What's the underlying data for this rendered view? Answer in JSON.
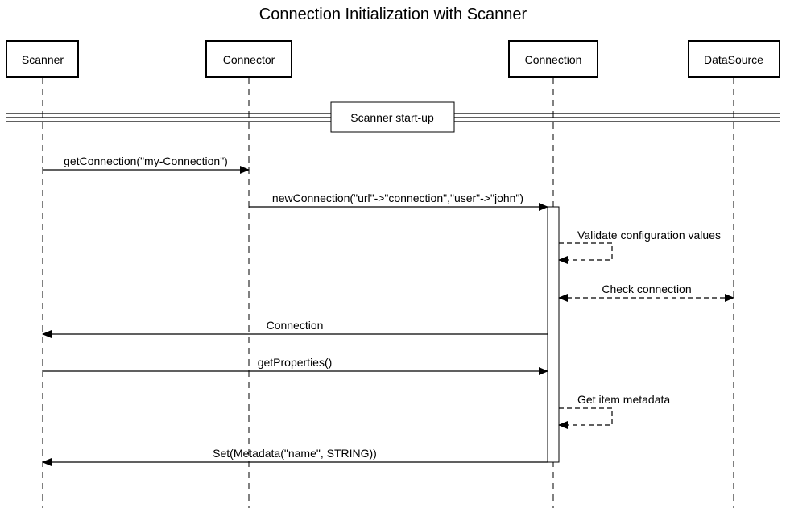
{
  "diagram": {
    "title": "Connection Initialization with Scanner",
    "participants": [
      {
        "id": "scanner",
        "label": "Scanner"
      },
      {
        "id": "connector",
        "label": "Connector"
      },
      {
        "id": "connection",
        "label": "Connection"
      },
      {
        "id": "datasource",
        "label": "DataSource"
      }
    ],
    "divider": {
      "label": "Scanner start-up"
    },
    "messages": [
      {
        "label": "getConnection(\"my-Connection\")",
        "from": "scanner",
        "to": "connector",
        "style": "solid"
      },
      {
        "label": "newConnection(\"url\"->\"connection\",\"user\"->\"john\")",
        "from": "connector",
        "to": "connection",
        "style": "solid"
      },
      {
        "label": "Validate configuration values",
        "from": "connection",
        "to": "connection",
        "style": "dashed"
      },
      {
        "label": "Check connection",
        "from": "connection",
        "to": "datasource",
        "style": "dashed-bidirectional"
      },
      {
        "label": "Connection",
        "from": "connection",
        "to": "scanner",
        "style": "solid"
      },
      {
        "label": "getProperties()",
        "from": "scanner",
        "to": "connection",
        "style": "solid"
      },
      {
        "label": "Get item metadata",
        "from": "connection",
        "to": "connection",
        "style": "dashed"
      },
      {
        "label": "Set(Metadata(\"name\", STRING))",
        "from": "connection",
        "to": "scanner",
        "style": "solid"
      }
    ]
  }
}
